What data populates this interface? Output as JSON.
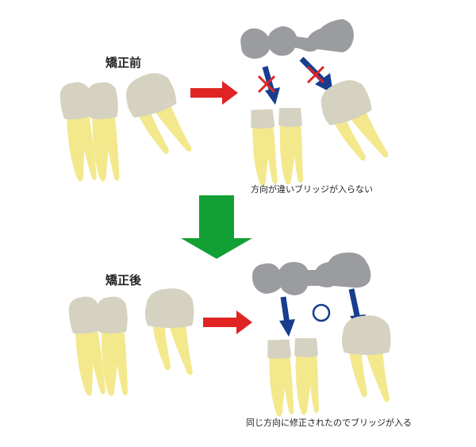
{
  "labels": {
    "before": "矯正前",
    "after": "矯正後",
    "caption_before": "方向が違いブリッジが入らない",
    "caption_after": "同じ方向に修正されたのでブリッジが入る"
  },
  "colors": {
    "crown": "#d5d2c1",
    "root": "#f3e88c",
    "bridge": "#9a9ca0",
    "arrow_red": "#e02424",
    "arrow_blue": "#173d8f",
    "arrow_green": "#12a034",
    "mark_x": "#e02424",
    "mark_o": "#173d8f"
  },
  "icons": {
    "incompatible": "red-x-mark-icon",
    "compatible": "blue-circle-mark-icon"
  }
}
